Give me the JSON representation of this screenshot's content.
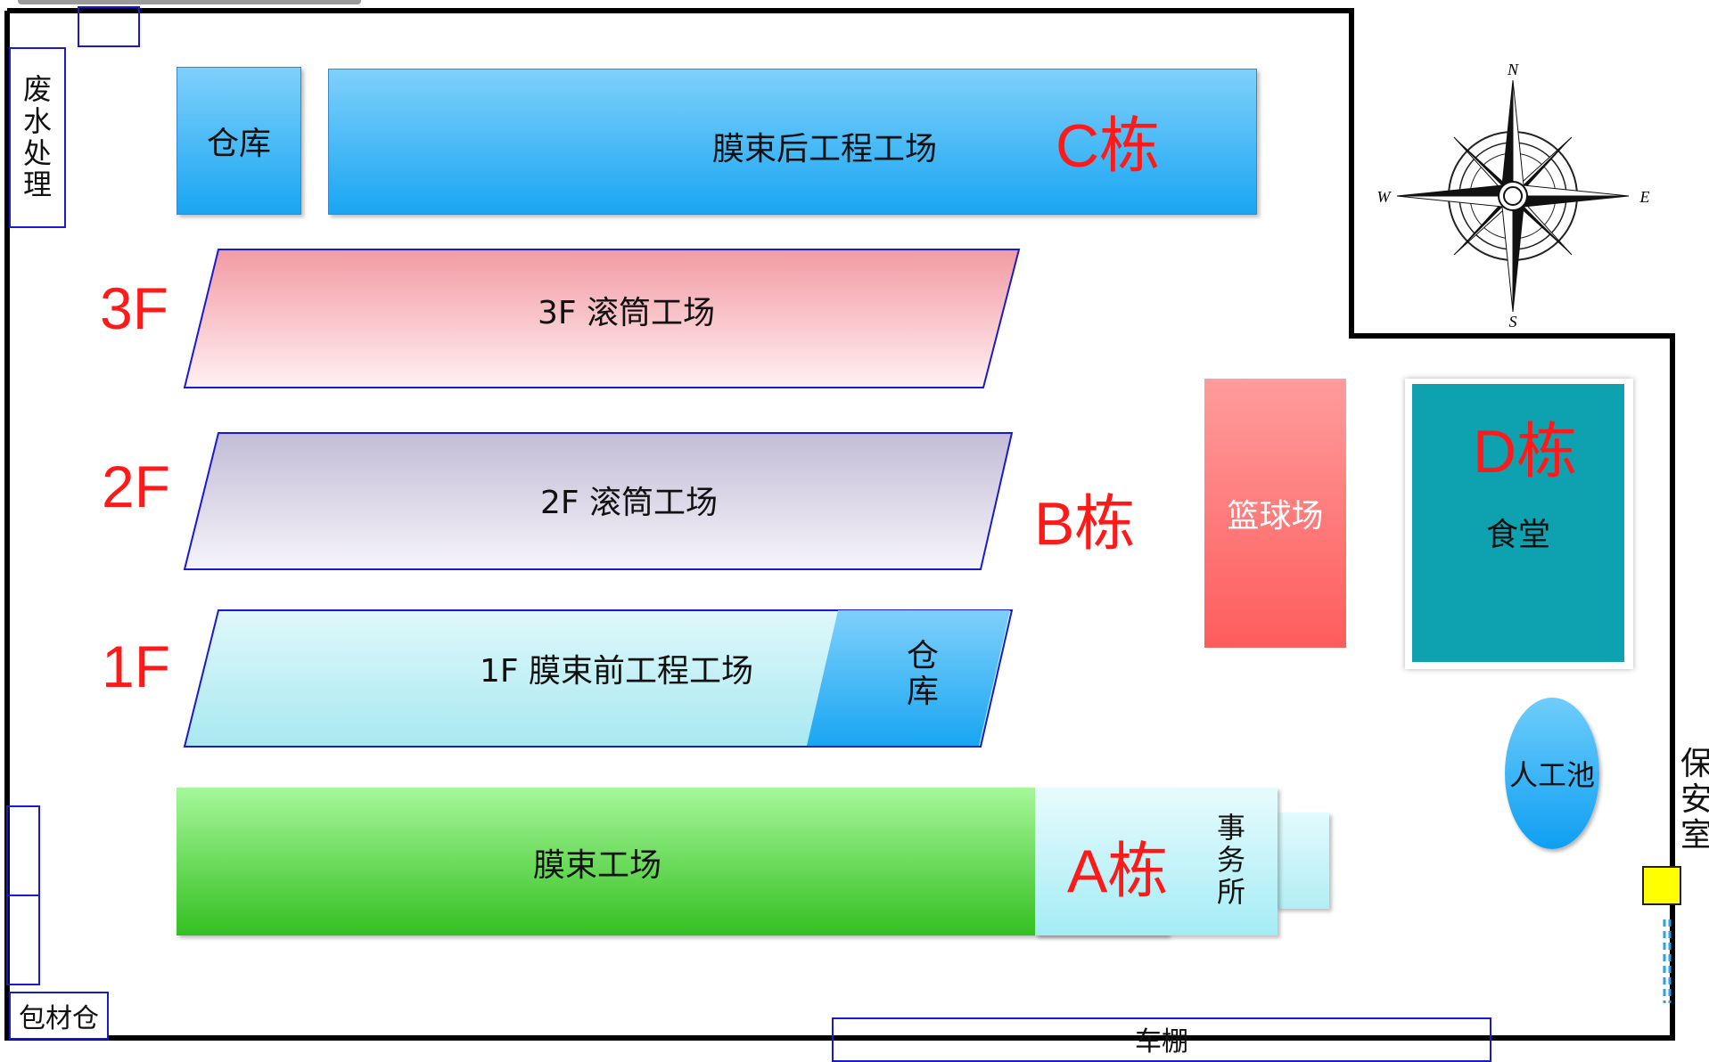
{
  "wastewater": [
    "废",
    "水",
    "处",
    "理"
  ],
  "warehouse_top": "仓库",
  "c_building": {
    "label": "膜束后工程工场",
    "tag": "C栋"
  },
  "floor3": {
    "floor": "3F",
    "label": "3F 滚筒工场"
  },
  "floor2": {
    "floor": "2F",
    "label": "2F 滚筒工场"
  },
  "b_tag": "B栋",
  "floor1": {
    "floor": "1F",
    "label": "1F 膜束前工程工场",
    "warehouse": [
      "仓",
      "库"
    ]
  },
  "a_building": {
    "label": "膜束工场",
    "tag": "A栋",
    "office": [
      "事",
      "务",
      "所"
    ]
  },
  "basketball": "篮球场",
  "d_building": {
    "tag": "D栋",
    "label": "食堂"
  },
  "pond": "人工池",
  "guard": [
    "保",
    "安",
    "室"
  ],
  "packaging": "包材仓",
  "carport": "车棚",
  "compass": {
    "n": "N",
    "s": "S",
    "e": "E",
    "w": "W"
  }
}
